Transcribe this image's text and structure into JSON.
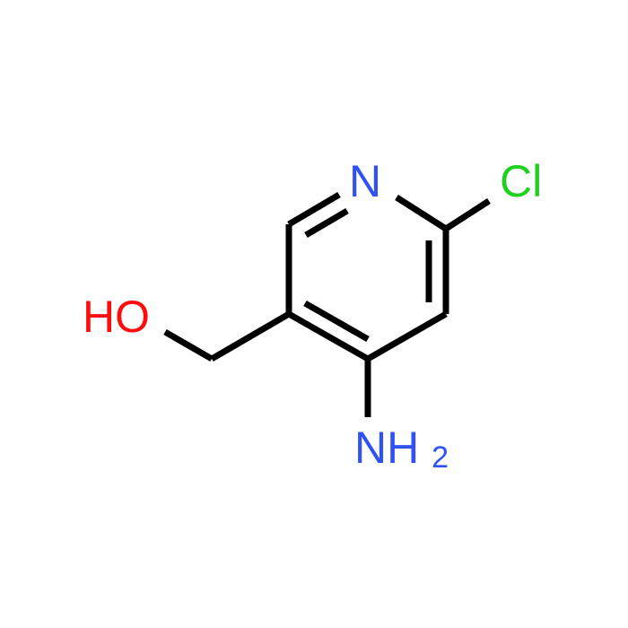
{
  "colors": {
    "background": "#ffffff",
    "bond": "#000000",
    "nitrogen": "#3050f8",
    "oxygen": "#ff0d0d",
    "chlorine": "#1fd01f"
  },
  "atoms": {
    "ring_n": {
      "text": "N",
      "color": "#3050f8"
    },
    "cl": {
      "text": "Cl",
      "color": "#1fd01f"
    },
    "oh": {
      "text": "HO",
      "color": "#ff0d0d"
    },
    "nh2_main": {
      "text": "NH",
      "color": "#3050f8"
    },
    "nh2_sub": {
      "text": "2",
      "color": "#3050f8"
    }
  }
}
